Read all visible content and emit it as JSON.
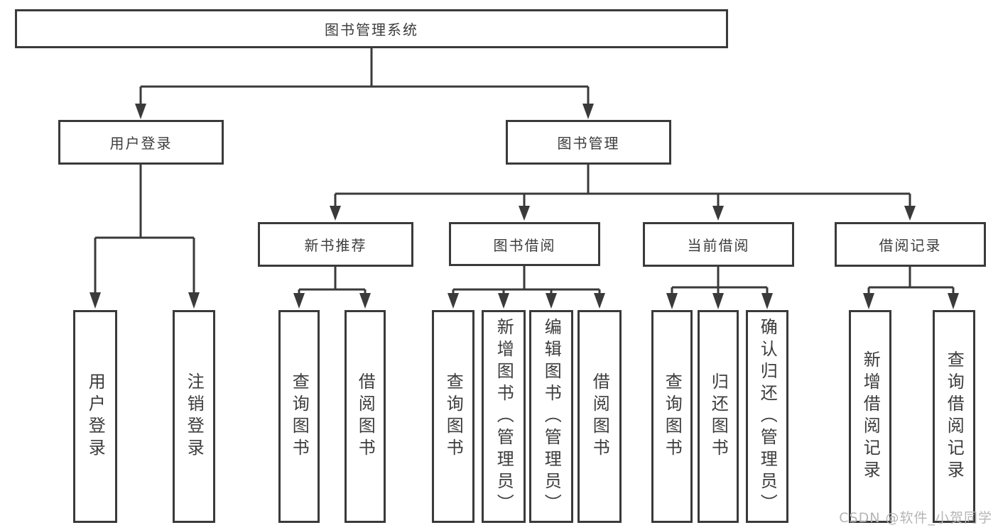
{
  "diagram": {
    "title": "图书管理系统",
    "tree": {
      "label": "图书管理系统",
      "children": [
        {
          "label": "用户登录",
          "children": [
            {
              "label": "用户登录"
            },
            {
              "label": "注销登录"
            }
          ]
        },
        {
          "label": "图书管理",
          "children": [
            {
              "label": "新书推荐",
              "children": [
                {
                  "label": "查询图书"
                },
                {
                  "label": "借阅图书"
                }
              ]
            },
            {
              "label": "图书借阅",
              "children": [
                {
                  "label": "查询图书"
                },
                {
                  "label": "新增图书（管理员）"
                },
                {
                  "label": "编辑图书（管理员）"
                },
                {
                  "label": "借阅图书"
                }
              ]
            },
            {
              "label": "当前借阅",
              "children": [
                {
                  "label": "查询图书"
                },
                {
                  "label": "归还图书"
                },
                {
                  "label": "确认归还（管理员）"
                }
              ]
            },
            {
              "label": "借阅记录",
              "children": [
                {
                  "label": "新增借阅记录"
                },
                {
                  "label": "查询借阅记录"
                }
              ]
            }
          ]
        }
      ]
    }
  },
  "watermark": {
    "text": "CSDN @软件_小贺同学"
  },
  "colors": {
    "line": "#3a3a3a",
    "text": "#3c3c3c",
    "watermark": "#b5b5b5",
    "background": "#ffffff"
  }
}
